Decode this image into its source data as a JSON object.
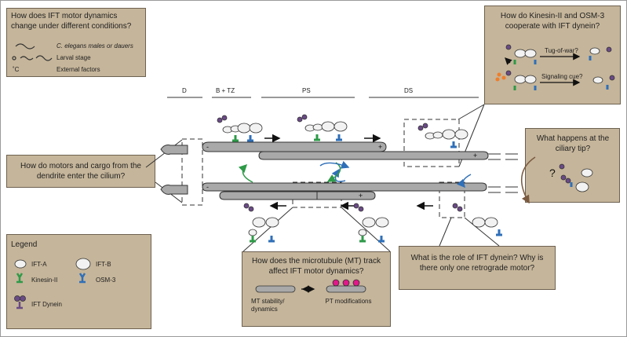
{
  "segments": {
    "d": "D",
    "btz": "B + TZ",
    "ps": "PS",
    "ds": "DS"
  },
  "q_conditions": {
    "title": "How does IFT motor dynamics change under different conditions?",
    "items": [
      "C. elegans males or dauers",
      "Larval stage",
      "External factors"
    ],
    "celsius": "˚C"
  },
  "q_kinesin": {
    "title": "How do Kinesin-II and OSM-3 cooperate with IFT dynein?",
    "tug": "Tug-of-war?",
    "signal": "Signaling cue?"
  },
  "q_tip": {
    "title": "What happens at the ciliary tip?",
    "mark": "?"
  },
  "q_entry": {
    "title": "How do motors and cargo from the dendrite enter the cilium?"
  },
  "q_mt": {
    "title": "How does the microtubule (MT) track affect IFT motor dynamics?",
    "left": "MT stability/ dynamics",
    "right": "PT modifications"
  },
  "q_dynein": {
    "title": "What is the role of IFT dynein? Why is there only one retrograde motor?"
  },
  "legend": {
    "title": "Legend",
    "ifta": "IFT-A",
    "iftb": "IFT-B",
    "kinesin": "Kinesin-II",
    "osm3": "OSM-3",
    "dynein": "IFT Dynein"
  },
  "mt_signs": {
    "minus": "-",
    "plus": "+"
  },
  "colors": {
    "box": "#c5b59a",
    "kinesin": "#2e9a48",
    "osm3": "#2f6fb8",
    "dynein": "#6a4a86",
    "mt": "#a9a9a9",
    "pt": "#e0198a",
    "orange": "#ef7d2a"
  }
}
